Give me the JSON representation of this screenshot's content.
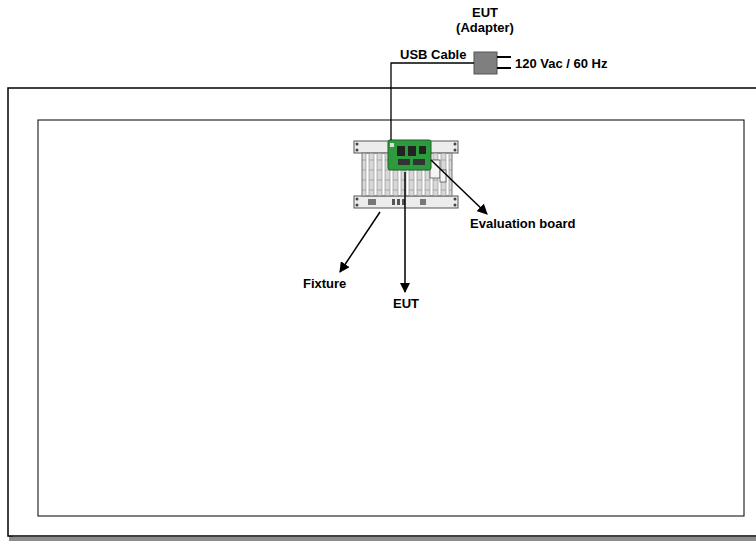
{
  "diagram": {
    "labels": [
      "EUT (Adapter)",
      "USB Cable",
      "120 Vac / 60 Hz",
      "Evaluation board",
      "Fixture",
      "EUT"
    ]
  }
}
